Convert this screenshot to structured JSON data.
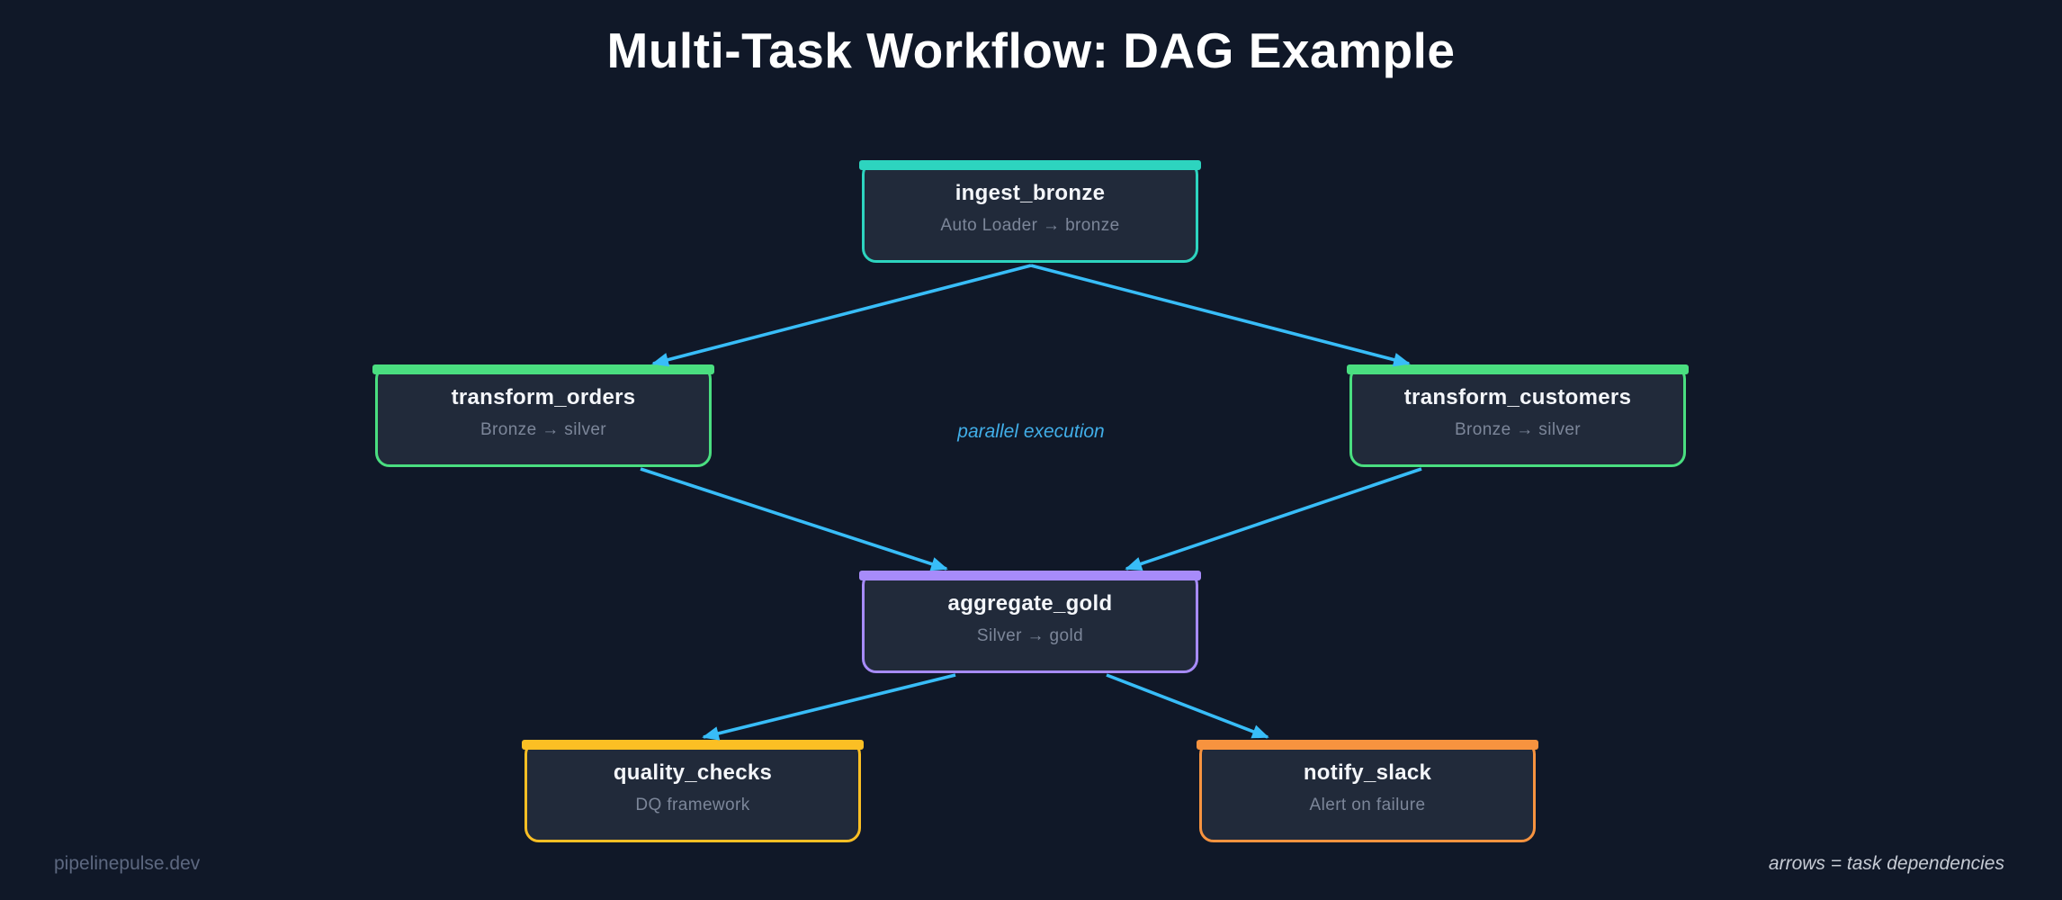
{
  "title": "Multi-Task Workflow: DAG Example",
  "colors": {
    "background": "#101828",
    "node_fill": "#212a3a",
    "node_title": "#f4f6fa",
    "node_subtitle": "#7c8699",
    "arrow": "#38bdf8",
    "parallel_label": "#41aee8",
    "footer_left": "#5d6880",
    "footer_right": "#c6cbd4"
  },
  "nodes": [
    {
      "id": "ingest_bronze",
      "title": "ingest_bronze",
      "subtitle": "Auto Loader → bronze",
      "accent": "#2dd4bf"
    },
    {
      "id": "transform_orders",
      "title": "transform_orders",
      "subtitle": "Bronze → silver",
      "accent": "#4ade80"
    },
    {
      "id": "transform_customers",
      "title": "transform_customers",
      "subtitle": "Bronze → silver",
      "accent": "#4ade80"
    },
    {
      "id": "aggregate_gold",
      "title": "aggregate_gold",
      "subtitle": "Silver → gold",
      "accent": "#a78bfa"
    },
    {
      "id": "quality_checks",
      "title": "quality_checks",
      "subtitle": "DQ framework",
      "accent": "#fbbf24"
    },
    {
      "id": "notify_slack",
      "title": "notify_slack",
      "subtitle": "Alert on failure",
      "accent": "#f7933f"
    }
  ],
  "edges": [
    {
      "from": "ingest_bronze",
      "to": "transform_orders"
    },
    {
      "from": "ingest_bronze",
      "to": "transform_customers"
    },
    {
      "from": "transform_orders",
      "to": "aggregate_gold"
    },
    {
      "from": "transform_customers",
      "to": "aggregate_gold"
    },
    {
      "from": "aggregate_gold",
      "to": "quality_checks"
    },
    {
      "from": "aggregate_gold",
      "to": "notify_slack"
    }
  ],
  "annotations": {
    "parallel_label": "parallel execution",
    "footer_left": "pipelinepulse.dev",
    "footer_right": "arrows = task dependencies"
  }
}
